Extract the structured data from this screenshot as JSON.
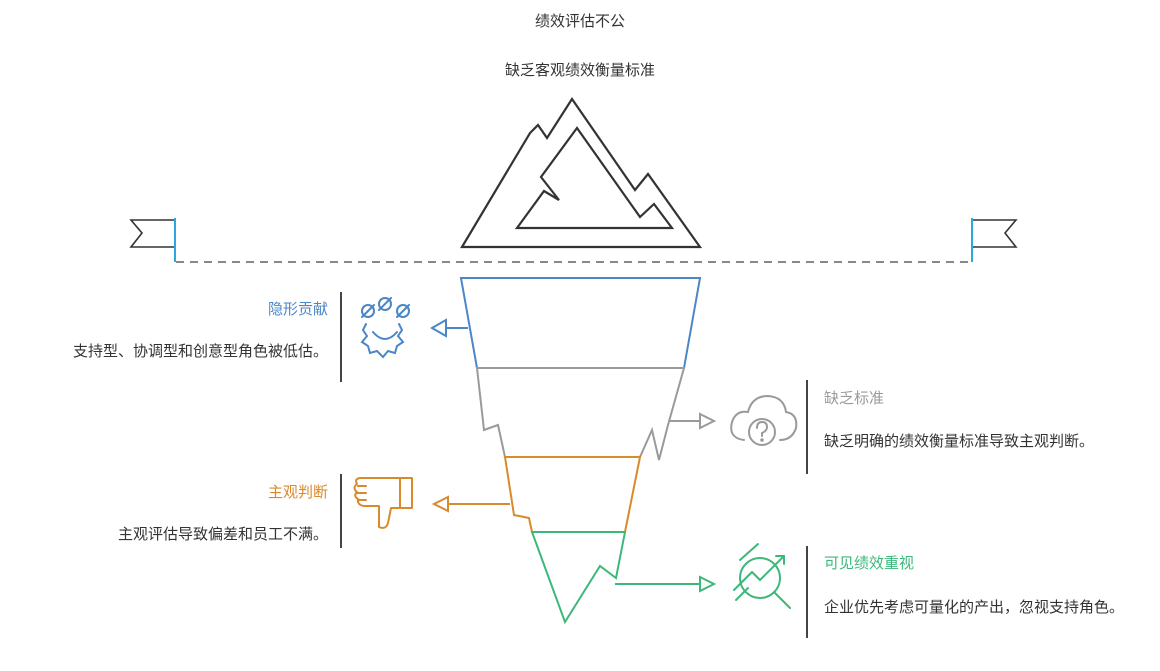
{
  "header": {
    "title": "绩效评估不公",
    "subtitle": "缺乏客观绩效衡量标准"
  },
  "layers": [
    {
      "id": "hidden-contribution",
      "title": "隐形贡献",
      "description": "支持型、协调型和创意型角色被低估。",
      "color": "#4a86c8",
      "icon": "team-gear-icon"
    },
    {
      "id": "lack-of-standards",
      "title": "缺乏标准",
      "description": "缺乏明确的绩效衡量标准导致主观判断。",
      "color": "#9a9a9a",
      "icon": "cloud-question-icon"
    },
    {
      "id": "subjective-judgment",
      "title": "主观判断",
      "description": "主观评估导致偏差和员工不满。",
      "color": "#d98a2b",
      "icon": "thumbs-down-icon"
    },
    {
      "id": "visible-performance",
      "title": "可见绩效重视",
      "description": "企业优先考虑可量化的产出，忽视支持角色。",
      "color": "#3db87a",
      "icon": "chart-magnifier-icon"
    }
  ]
}
